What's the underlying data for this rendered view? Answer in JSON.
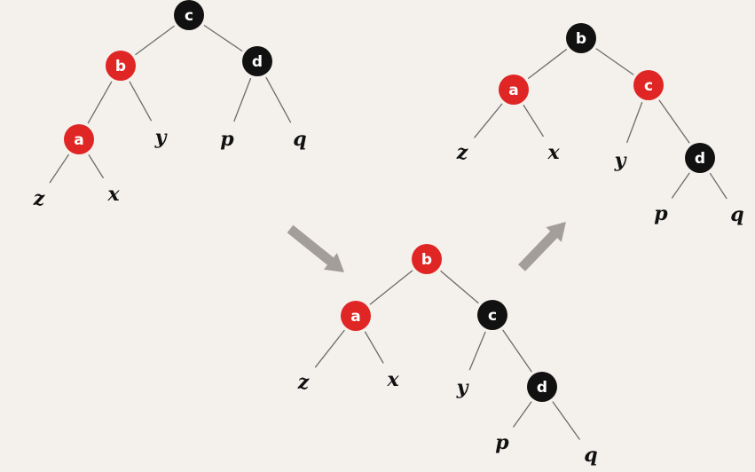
{
  "colors": {
    "background": "#f4f1ec",
    "red_node": "#e02525",
    "black_node": "#111111",
    "red_node_text": "#ffffff",
    "black_node_text": "#ffffff",
    "edge": "#6b6b6b",
    "arrow": "#a39e97"
  },
  "trees": [
    {
      "name": "original-tree",
      "nodes": [
        {
          "id": "t1-c",
          "label": "c",
          "color": "black"
        },
        {
          "id": "t1-b",
          "label": "b",
          "color": "red"
        },
        {
          "id": "t1-d",
          "label": "d",
          "color": "black"
        },
        {
          "id": "t1-a",
          "label": "a",
          "color": "red"
        }
      ],
      "leaves": [
        {
          "id": "t1-y",
          "label": "y"
        },
        {
          "id": "t1-p",
          "label": "p"
        },
        {
          "id": "t1-q",
          "label": "q"
        },
        {
          "id": "t1-z",
          "label": "z"
        },
        {
          "id": "t1-x",
          "label": "x"
        }
      ]
    },
    {
      "name": "intermediate-tree",
      "nodes": [
        {
          "id": "t2-b",
          "label": "b",
          "color": "red"
        },
        {
          "id": "t2-a",
          "label": "a",
          "color": "red"
        },
        {
          "id": "t2-c",
          "label": "c",
          "color": "black"
        },
        {
          "id": "t2-d",
          "label": "d",
          "color": "black"
        }
      ],
      "leaves": [
        {
          "id": "t2-z",
          "label": "z"
        },
        {
          "id": "t2-x",
          "label": "x"
        },
        {
          "id": "t2-y",
          "label": "y"
        },
        {
          "id": "t2-p",
          "label": "p"
        },
        {
          "id": "t2-q",
          "label": "q"
        }
      ]
    },
    {
      "name": "final-tree",
      "nodes": [
        {
          "id": "t3-b",
          "label": "b",
          "color": "black"
        },
        {
          "id": "t3-a",
          "label": "a",
          "color": "red"
        },
        {
          "id": "t3-c",
          "label": "c",
          "color": "red"
        },
        {
          "id": "t3-d",
          "label": "d",
          "color": "black"
        }
      ],
      "leaves": [
        {
          "id": "t3-z",
          "label": "z"
        },
        {
          "id": "t3-x",
          "label": "x"
        },
        {
          "id": "t3-y",
          "label": "y"
        },
        {
          "id": "t3-p",
          "label": "p"
        },
        {
          "id": "t3-q",
          "label": "q"
        }
      ]
    }
  ],
  "arrows": [
    {
      "name": "arrow-to-intermediate",
      "icon": "arrow-down-right-icon"
    },
    {
      "name": "arrow-to-final",
      "icon": "arrow-up-right-icon"
    }
  ]
}
